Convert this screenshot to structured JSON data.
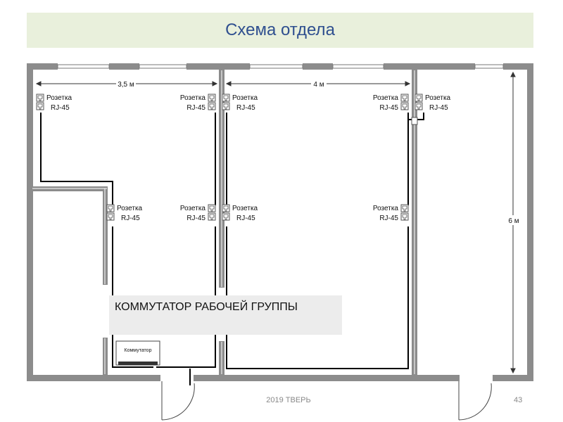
{
  "title": "Схема отдела",
  "dimensions": {
    "room1_width": "3,5 м",
    "room2_width": "4 м",
    "height": "6 м"
  },
  "outlet": {
    "label_line1": "Розетка",
    "label_line2": "RJ-45",
    "count": 9
  },
  "switch": {
    "device_label": "Коммутатор",
    "caption": "КОММУТАТОР РАБОЧЕЙ ГРУППЫ"
  },
  "footer": {
    "center": "2019 ТВЕРЬ",
    "page_number": "43"
  },
  "colors": {
    "title_bg": "#e9f0dc",
    "title_text": "#2f4f8f",
    "wall": "#8c8c8c",
    "cable": "#000000",
    "caption_bg": "#ececec"
  }
}
